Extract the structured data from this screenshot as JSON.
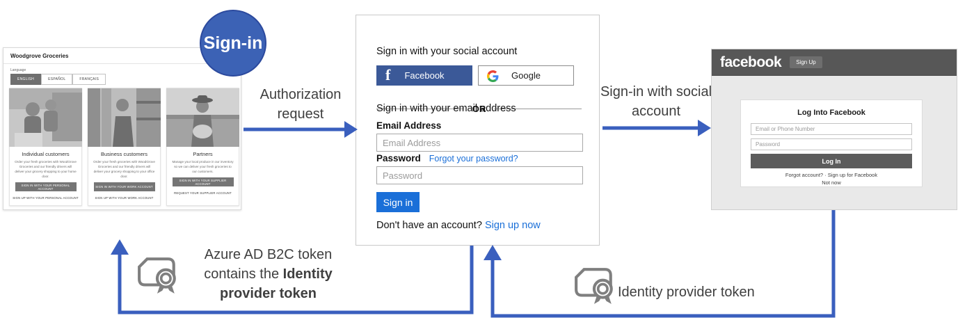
{
  "colors": {
    "arrow_blue": "#3a5fbe",
    "circle_fill": "#3c62b5",
    "facebook_blue": "#3b5998",
    "signin_button_blue": "#1a6fd8",
    "link_blue": "#1a6fd8",
    "fb_header_gray": "#575757",
    "token_icon_gray": "#7f7f7f"
  },
  "badge": {
    "label": "Sign-in"
  },
  "flow_labels": {
    "authorization_request": "Authorization request",
    "signin_social": "Sign-in with social account",
    "b2c_token_line1": "Azure AD B2C token",
    "b2c_token_line2_normal": "contains the ",
    "b2c_token_line2_bold": "Identity",
    "b2c_token_line3_bold": "provider token",
    "idp_token": "Identity provider token"
  },
  "woodgrove": {
    "title": "Woodgrove Groceries",
    "language_label": "Language",
    "languages": [
      {
        "label": "ENGLISH",
        "selected": true
      },
      {
        "label": "ESPAÑOL",
        "selected": false
      },
      {
        "label": "FRANÇAIS",
        "selected": false
      }
    ],
    "cards": [
      {
        "title": "Individual customers",
        "description": "Order your fresh groceries with WoodGrove Groceries and our friendly drivers will deliver your grocery shopping to your home door.",
        "button": "SIGN IN WITH YOUR PERSONAL ACCOUNT",
        "link": "SIGN UP WITH YOUR PERSONAL ACCOUNT"
      },
      {
        "title": "Business customers",
        "description": "Order your fresh groceries with WoodGrove Groceries and our friendly drivers will deliver your grocery shopping to your office door.",
        "button": "SIGN IN WITH YOUR WORK ACCOUNT",
        "link": "SIGN UP WITH YOUR WORK ACCOUNT"
      },
      {
        "title": "Partners",
        "description": "Manage your local produce in our inventory so we can deliver your fresh groceries to our customers.",
        "button": "SIGN IN WITH YOUR SUPPLIER ACCOUNT",
        "link": "REQUEST YOUR SUPPLIER ACCOUNT"
      }
    ]
  },
  "signin_panel": {
    "social_heading": "Sign in with your social account",
    "facebook_button": "Facebook",
    "facebook_glyph": "f",
    "google_button": "Google",
    "or_divider": "OR",
    "email_heading": "Sign in with your email address",
    "email_label": "Email Address",
    "email_placeholder": "Email Address",
    "password_label": "Password",
    "forgot_password_link": "Forgot your password?",
    "password_placeholder": "Password",
    "signin_button": "Sign in",
    "no_account_text": "Don't have an account? ",
    "signup_link": "Sign up now"
  },
  "facebook_page": {
    "logo": "facebook",
    "signup_button": "Sign Up",
    "card_title": "Log Into Facebook",
    "email_placeholder": "Email or Phone Number",
    "password_placeholder": "Password",
    "login_button": "Log In",
    "links_line": "Forgot account? · Sign up for Facebook",
    "notnow_link": "Not now"
  }
}
